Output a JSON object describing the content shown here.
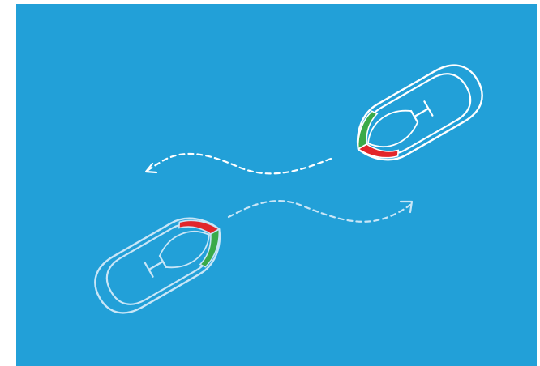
{
  "scene": {
    "background_color": "#22a0d8",
    "hull_outline_color_top_boat": "#ffffff",
    "hull_outline_color_bottom_boat": "#c9e6f7",
    "port_light_color": "#e2262b",
    "starboard_light_color": "#3aaa49",
    "boats": [
      {
        "id": "boat-top-right",
        "heading_word": "down-left",
        "icon": "boat-icon"
      },
      {
        "id": "boat-bottom-left",
        "heading_word": "up-right",
        "icon": "boat-icon"
      }
    ],
    "paths": [
      {
        "id": "path-top",
        "direction_word": "leftward",
        "icon": "dashed-arrow-icon"
      },
      {
        "id": "path-bottom",
        "direction_word": "rightward",
        "icon": "dashed-arrow-icon"
      }
    ]
  }
}
